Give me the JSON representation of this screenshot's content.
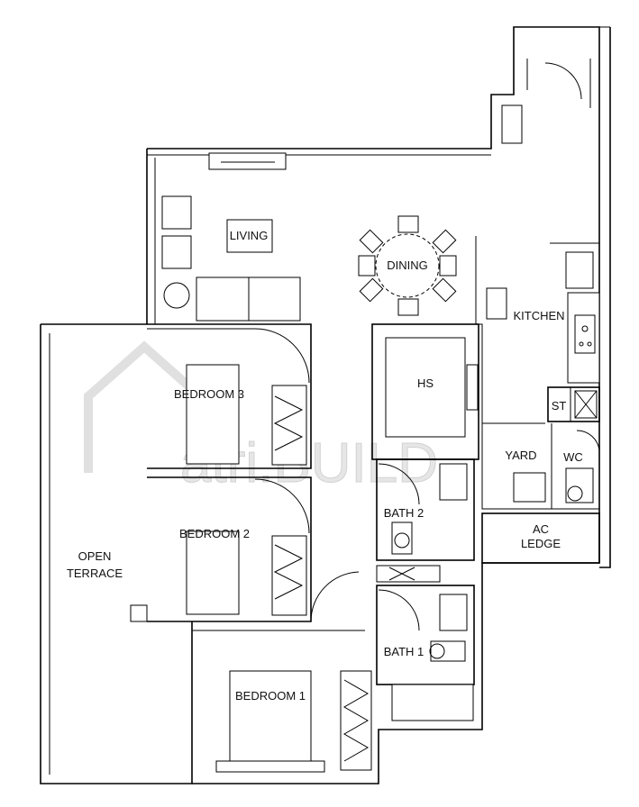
{
  "watermark": {
    "text": "atri.BUILD"
  },
  "rooms": {
    "living": "LIVING",
    "dining": "DINING",
    "kitchen": "KITCHEN",
    "hs": "HS",
    "bedroom3": "BEDROOM 3",
    "bedroom2": "BEDROOM 2",
    "bedroom1": "BEDROOM 1",
    "bath2": "BATH 2",
    "bath1": "BATH 1",
    "yard": "YARD",
    "wc": "WC",
    "st": "ST",
    "ac_line1": "AC",
    "ac_line2": "LEDGE",
    "terrace_line1": "OPEN",
    "terrace_line2": "TERRACE"
  },
  "colors": {
    "line": "#000000",
    "watermark": "#e0e0e0"
  }
}
